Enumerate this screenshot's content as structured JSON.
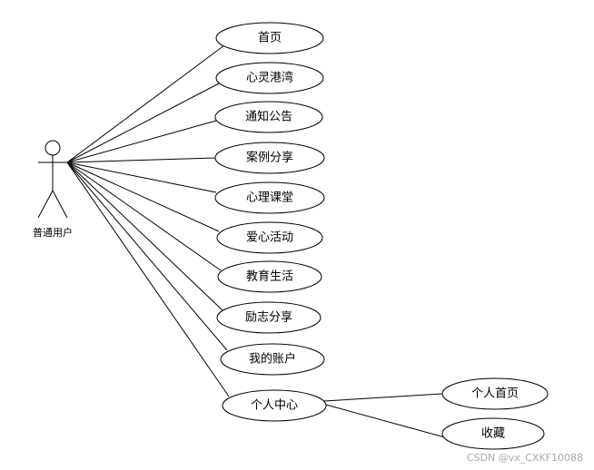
{
  "actor": {
    "label": "普通用户"
  },
  "use_cases": [
    {
      "id": "home",
      "label": "首页"
    },
    {
      "id": "harbor",
      "label": "心灵港湾"
    },
    {
      "id": "notice",
      "label": "通知公告"
    },
    {
      "id": "cases",
      "label": "案例分享"
    },
    {
      "id": "class",
      "label": "心理课堂"
    },
    {
      "id": "activity",
      "label": "爱心活动"
    },
    {
      "id": "education",
      "label": "教育生活"
    },
    {
      "id": "inspire",
      "label": "励志分享"
    },
    {
      "id": "account",
      "label": "我的账户"
    },
    {
      "id": "center",
      "label": "个人中心"
    }
  ],
  "sub_use_cases": [
    {
      "id": "personal-home",
      "label": "个人首页",
      "parent": "center"
    },
    {
      "id": "favorites",
      "label": "收藏",
      "parent": "center"
    }
  ],
  "watermark": "CSDN @vx_CXKF10088"
}
